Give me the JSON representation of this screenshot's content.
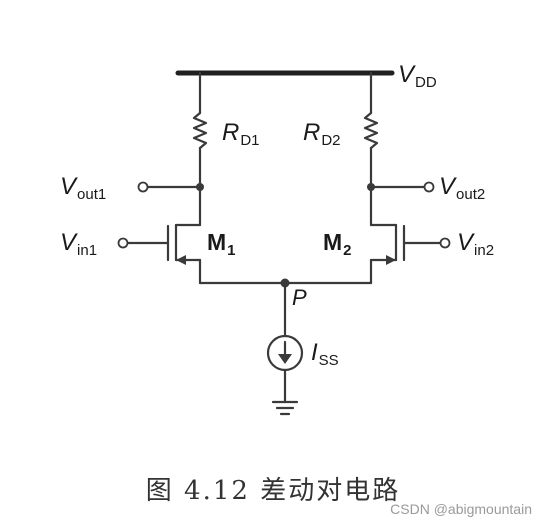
{
  "labels": {
    "vdd_main": "V",
    "vdd_sub": "DD",
    "rd1_main": "R",
    "rd1_sub": "D1",
    "rd2_main": "R",
    "rd2_sub": "D2",
    "vout1_main": "V",
    "vout1_sub": "out1",
    "vout2_main": "V",
    "vout2_sub": "out2",
    "vin1_main": "V",
    "vin1_sub": "in1",
    "vin2_main": "V",
    "vin2_sub": "in2",
    "m1_main": "M",
    "m1_sub": "1",
    "m2_main": "M",
    "m2_sub": "2",
    "node_p": "P",
    "iss_main": "I",
    "iss_sub": "SS"
  },
  "caption": "图 4.12   差动对电路",
  "watermark": "CSDN @abigmountain",
  "colors": {
    "wire": "#3a3a3a",
    "rail": "#202020",
    "text": "#1a1a1a"
  }
}
